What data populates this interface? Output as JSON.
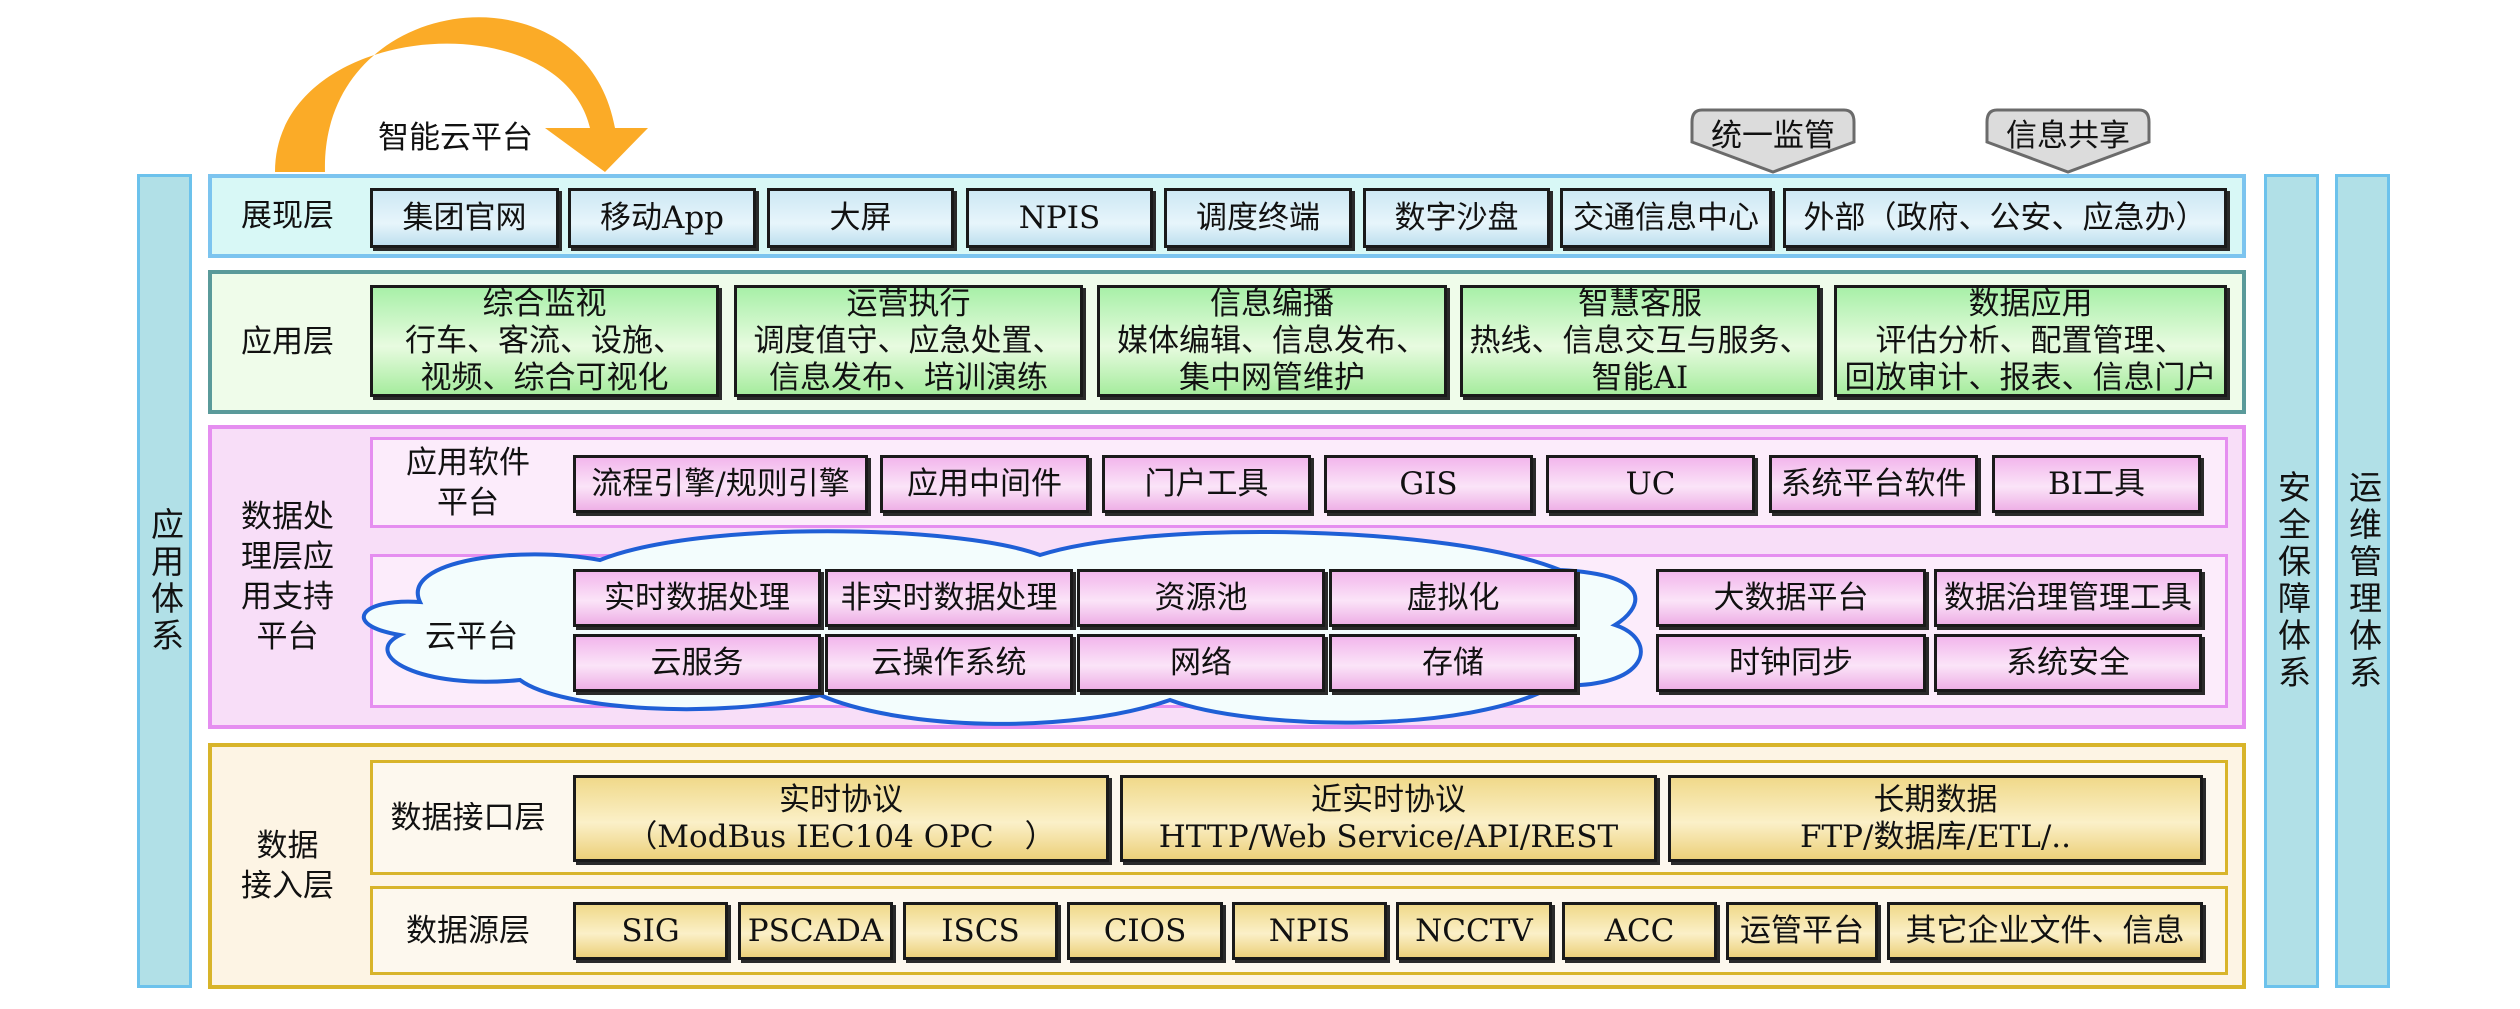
{
  "top": {
    "arrow_label": "智能云平台",
    "callouts": [
      "统一监管",
      "信息共享"
    ]
  },
  "side_bars": {
    "left": "应用体系",
    "right_1": "安全保障体系",
    "right_2": "运维管理体系"
  },
  "presentation_layer": {
    "label": "展现层",
    "items": [
      "集团官网",
      "移动App",
      "大屏",
      "NPIS",
      "调度终端",
      "数字沙盘",
      "交通信息中心",
      "外部（政府、公安、应急办）"
    ]
  },
  "application_layer": {
    "label": "应用层",
    "items": [
      {
        "title": "综合监视",
        "lines": [
          "行车、客流、设施、",
          "视频、综合可视化"
        ]
      },
      {
        "title": "运营执行",
        "lines": [
          "调度值守、应急处置、",
          "信息发布、培训演练"
        ]
      },
      {
        "title": "信息编播",
        "lines": [
          "媒体编辑、信息发布、",
          "集中网管维护"
        ]
      },
      {
        "title": "智慧客服",
        "lines": [
          "热线、信息交互与服务、",
          "智能AI"
        ]
      },
      {
        "title": "数据应用",
        "lines": [
          "评估分析、配置管理、",
          "回放审计、报表、信息门户"
        ]
      }
    ]
  },
  "processing_layer": {
    "label": "数据处\n理层应\n用支持\n平台",
    "software_platform": {
      "label": "应用软件\n平台",
      "items": [
        "流程引擎/规则引擎",
        "应用中间件",
        "门户工具",
        "GIS",
        "UC",
        "系统平台软件",
        "BI工具"
      ]
    },
    "cloud_platform": {
      "label": "云平台",
      "cloud_items": [
        "实时数据处理",
        "非实时数据处理",
        "资源池",
        "虚拟化",
        "云服务",
        "云操作系统",
        "网络",
        "存储"
      ],
      "other_items": [
        "大数据平台",
        "数据治理管理工具",
        "时钟同步",
        "系统安全"
      ]
    }
  },
  "access_layer": {
    "label": "数据\n接入层",
    "interface": {
      "label": "数据接口层",
      "items": [
        {
          "title": "实时协议",
          "detail": "（ModBus IEC104 OPC　）"
        },
        {
          "title": "近实时协议",
          "detail": "HTTP/Web Service/API/REST"
        },
        {
          "title": "长期数据",
          "detail": "FTP/数据库/ETL/.."
        }
      ]
    },
    "source": {
      "label": "数据源层",
      "items": [
        "SIG",
        "PSCADA",
        "ISCS",
        "CIOS",
        "NPIS",
        "NCCTV",
        "ACC",
        "运管平台",
        "其它企业文件、信息"
      ]
    }
  }
}
